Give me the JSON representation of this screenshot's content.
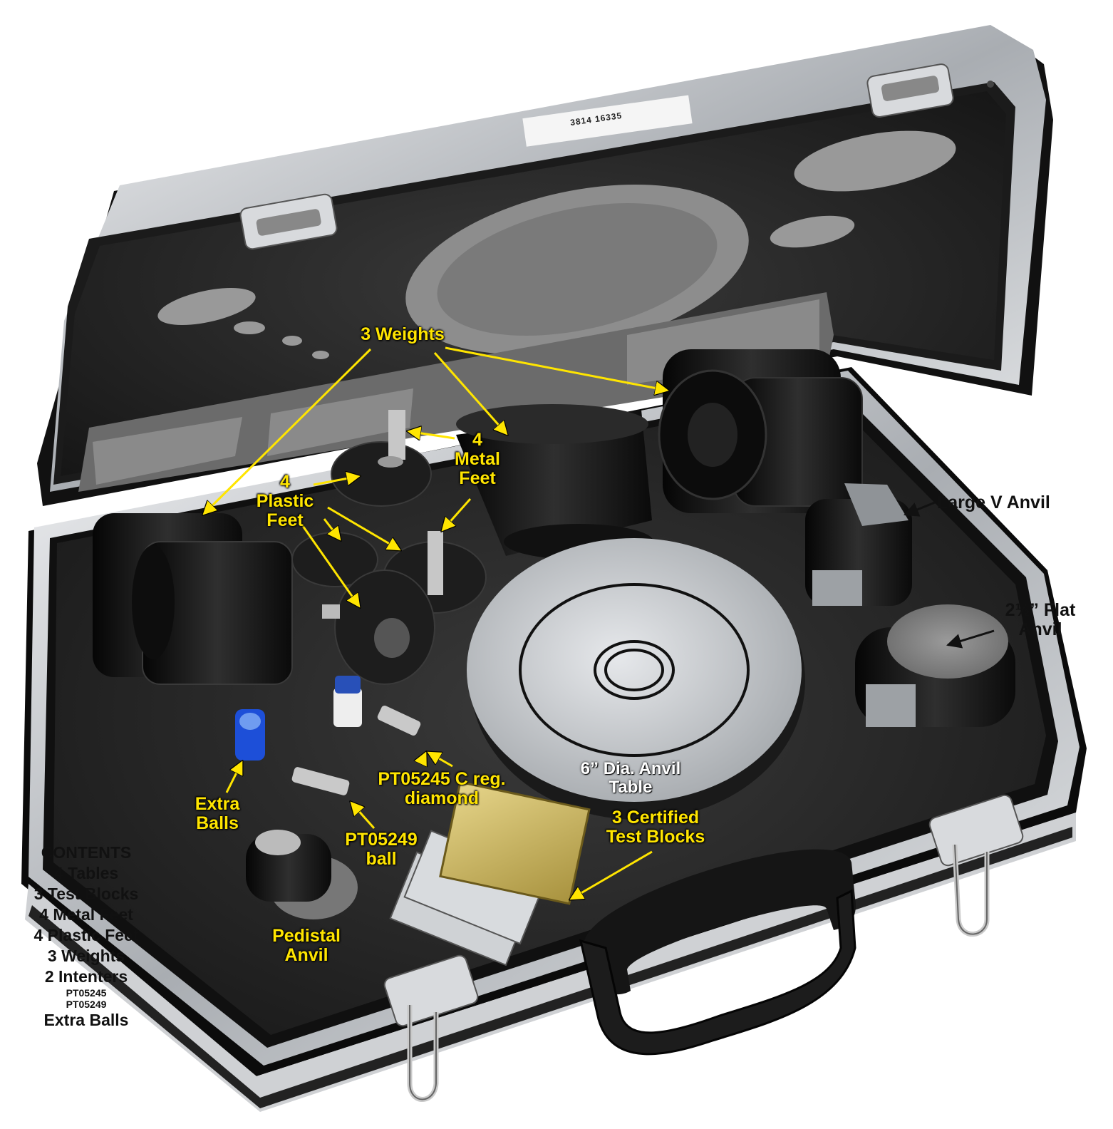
{
  "serial": "3814      16335",
  "callouts": {
    "weights": "3 Weights",
    "metal_feet": "4\nMetal\nFeet",
    "plastic_feet": "4\nPlastic\nFeet",
    "large_v_anvil": "Large V Anvil",
    "flat_anvil": "2½” Flat\nAnvil",
    "anvil_table": "6” Dia. Anvil\nTable",
    "test_blocks": "3 Certified\nTest Blocks",
    "diamond": "PT05245  C reg.\ndiamond",
    "ball": "PT05249\nball",
    "extra_balls": "Extra\nBalls",
    "pedistal_anvil": "Pedistal\nAnvil"
  },
  "contents": {
    "title": "CONTENTS",
    "items": [
      "4 Tables",
      "3 Test Blocks",
      "4 Metal Feet",
      "4 Plastic Feet",
      "3 Weights",
      "2 Intenters"
    ],
    "sub_items": [
      "PT05245",
      "PT05249"
    ],
    "last": "Extra Balls"
  },
  "colors": {
    "callout_yellow": "#ffe500",
    "foam": "#2a2a2a",
    "aluminum": "#c9ccd0",
    "steel_black": "#111111"
  }
}
